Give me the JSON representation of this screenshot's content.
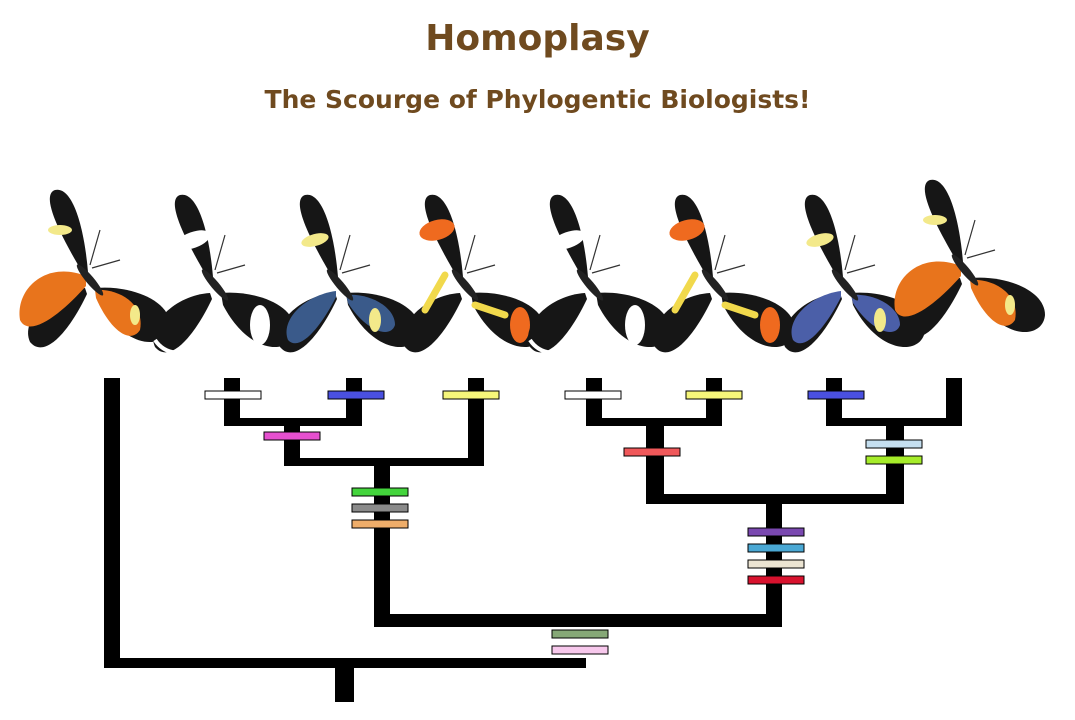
{
  "title": "Homoplasy",
  "subtitle": "The Scourge of Phylogentic Biologists!",
  "butterflies": [
    {
      "pattern": "tiger",
      "base": "#e8741c",
      "accent": "#f3e98a"
    },
    {
      "pattern": "white-band",
      "base": "#1a1a1a",
      "accent": "#ffffff"
    },
    {
      "pattern": "blue-sheen",
      "base": "#3a5a8a",
      "accent": "#f3e98a"
    },
    {
      "pattern": "red-patch",
      "base": "#ef6a1f",
      "accent": "#f1d94c"
    },
    {
      "pattern": "white-band",
      "base": "#1a1a1a",
      "accent": "#ffffff"
    },
    {
      "pattern": "red-patch",
      "base": "#ef6a1f",
      "accent": "#f1d94c"
    },
    {
      "pattern": "blue-sheen",
      "base": "#4b5fa8",
      "accent": "#f3e98a"
    },
    {
      "pattern": "tiger",
      "base": "#e8741c",
      "accent": "#f3e98a"
    }
  ],
  "tree_color": "#000000",
  "character_colors": {
    "tip_white_1": "#ffffff",
    "tip_blue_1": "#4a50e0",
    "tip_yellow_1": "#f6f67a",
    "tip_white_2": "#ffffff",
    "tip_yellow_2": "#f6f67a",
    "tip_blue_2": "#4a50e0",
    "magenta": "#e54fcf",
    "red": "#f0585a",
    "light_blue": "#c5dff0",
    "lime": "#a6ec2a",
    "green": "#43d43c",
    "gray": "#8a8a8a",
    "orange": "#eead6a",
    "purple": "#7a48b0",
    "teal": "#4aa8d4",
    "beige": "#ebe4d2",
    "crimson": "#d8122e",
    "sage": "#86a877",
    "pink": "#f7c8ec"
  }
}
